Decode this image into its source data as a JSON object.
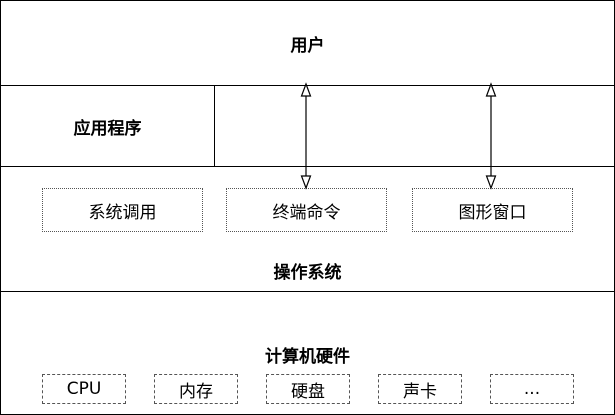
{
  "layers": {
    "user": "用户",
    "apps": "应用程序",
    "os": "操作系统",
    "hardware": "计算机硬件"
  },
  "os_components": [
    "系统调用",
    "终端命令",
    "图形窗口"
  ],
  "hardware_components": [
    "CPU",
    "内存",
    "硬盘",
    "声卡",
    "..."
  ]
}
